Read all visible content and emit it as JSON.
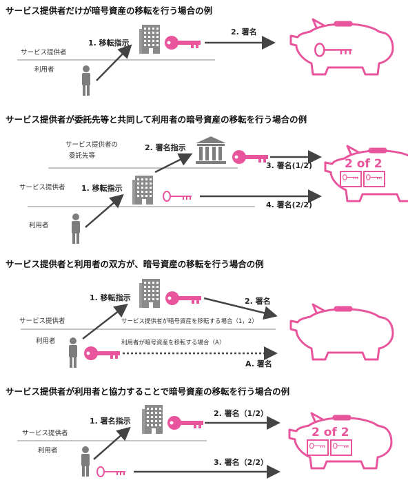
{
  "colors": {
    "pink": "#e8559c",
    "gray": "#888888",
    "dark": "#444444",
    "line": "#666666"
  },
  "sections": [
    {
      "heading": "サービス提供者だけが暗号資産の移転を行う場合の例",
      "provider_label": "サービス提供者",
      "user_label": "利用者",
      "step1": "1. 移転指示",
      "step2": "2. 署名"
    },
    {
      "heading": "サービス提供者が委託先等と共同して利用者の暗号資産の移転を行う場合の例",
      "delegate_label_1": "サービス提供者の",
      "delegate_label_2": "委託先等",
      "provider_label": "サービス提供者",
      "user_label": "利用者",
      "step1": "1. 移転指示",
      "step2": "2. 署名指示",
      "step3": "3. 署名(1/2)",
      "step4": "4. 署名(2/2)",
      "multisig": "2 of 2"
    },
    {
      "heading": "サービス提供者と利用者の双方が、暗号資産の移転を行う場合の例",
      "provider_label": "サービス提供者",
      "user_label": "利用者",
      "step1": "1. 移転指示",
      "step2": "2. 署名",
      "note_provider": "サービス提供者が暗号資産を移転する場合（1，2）",
      "note_user": "利用者が暗号資産を移転する場合（A）",
      "stepA": "A. 署名"
    },
    {
      "heading": "サービス提供者が利用者と協力することで暗号資産の移転を行う場合の例",
      "provider_label": "サービス提供者",
      "user_label": "利用者",
      "step1": "1. 署名指示",
      "step2": "2. 署名（1/2）",
      "step3": "3. 署名（2/2）",
      "multisig": "2 of 2"
    }
  ]
}
